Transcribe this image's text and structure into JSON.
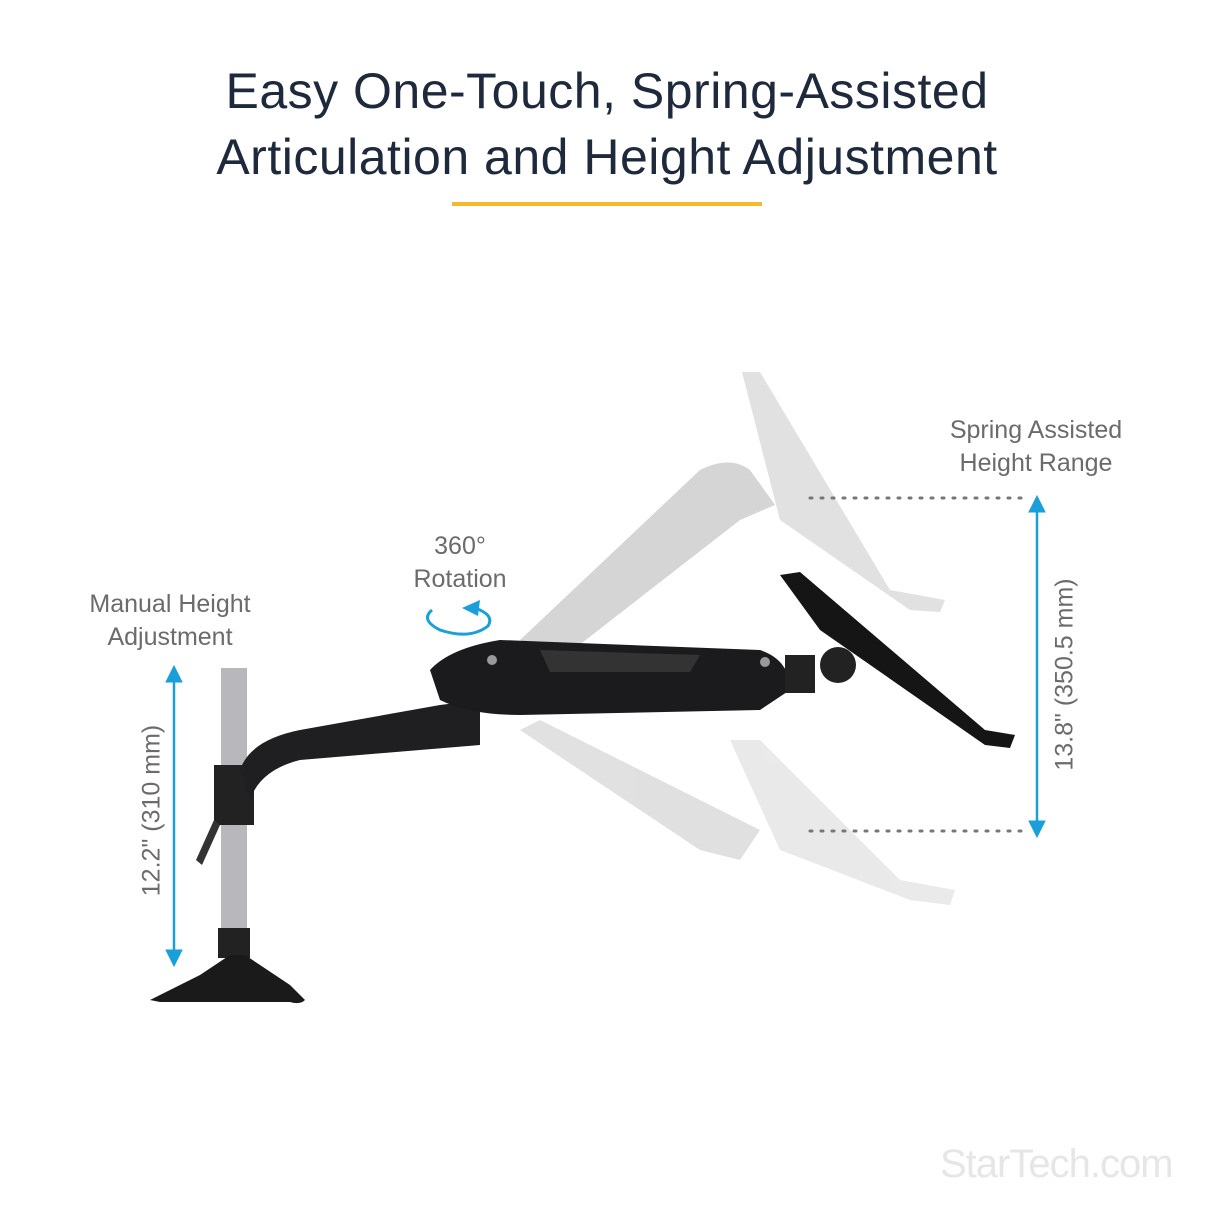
{
  "title": {
    "line1": "Easy One-Touch, Spring-Assisted",
    "line2": "Articulation and Height Adjustment"
  },
  "labels": {
    "manual_height": "Manual Height Adjustment",
    "manual_height_line1": "Manual Height",
    "manual_height_line2": "Adjustment",
    "manual_measure": "12.2\" (310 mm)",
    "rotation_line1": "360°",
    "rotation_line2": "Rotation",
    "spring_line1": "Spring Assisted",
    "spring_line2": "Height Range",
    "spring_measure": "13.8\" (350.5 mm)"
  },
  "logo": "StarTech.com",
  "colors": {
    "title": "#1e2a3c",
    "accent_underline": "#f5b82e",
    "arrow": "#1a9fd9",
    "label": "#6b6b6b"
  },
  "icons": [
    "rotation-arrow-icon",
    "double-arrow-icon"
  ]
}
